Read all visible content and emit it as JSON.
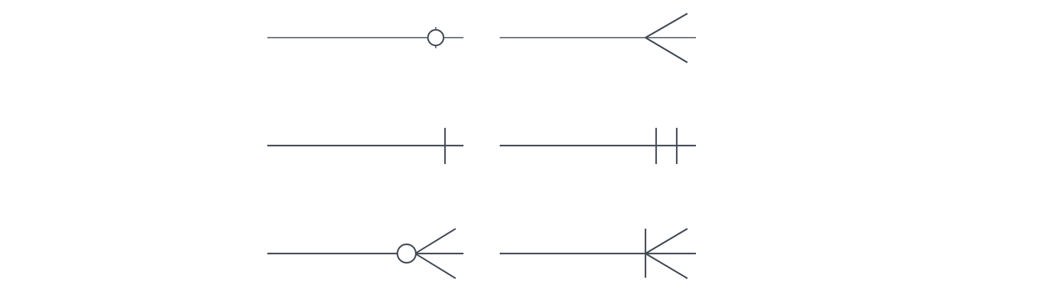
{
  "diagram": {
    "stroke_color": "#434b56",
    "symbols": [
      {
        "name": "zero-or-one"
      },
      {
        "name": "many"
      },
      {
        "name": "one"
      },
      {
        "name": "one-and-only-one"
      },
      {
        "name": "zero-or-many"
      },
      {
        "name": "one-or-many"
      }
    ]
  }
}
